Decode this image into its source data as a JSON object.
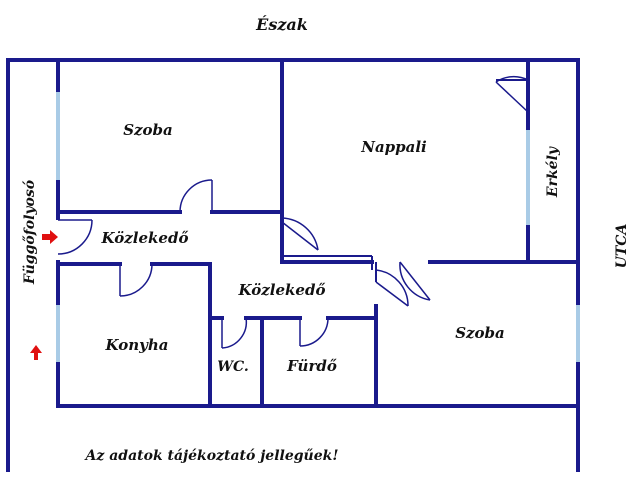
{
  "compass": {
    "north": "Észak"
  },
  "street": "UTCA",
  "corridor": "Függőfolyosó",
  "rooms": {
    "bedroom_top": "Szoba",
    "living": "Nappali",
    "balcony": "Erkély",
    "hall_upper": "Közlekedő",
    "hall_lower": "Közlekedő",
    "kitchen": "Konyha",
    "wc": "WC.",
    "bathroom": "Fürdő",
    "bedroom_right": "Szoba"
  },
  "disclaimer": "Az adatok tájékoztató jellegűek!",
  "colors": {
    "wall": "#1a1a8c",
    "window": "#a9cbe6",
    "arrow": "#e01010"
  }
}
